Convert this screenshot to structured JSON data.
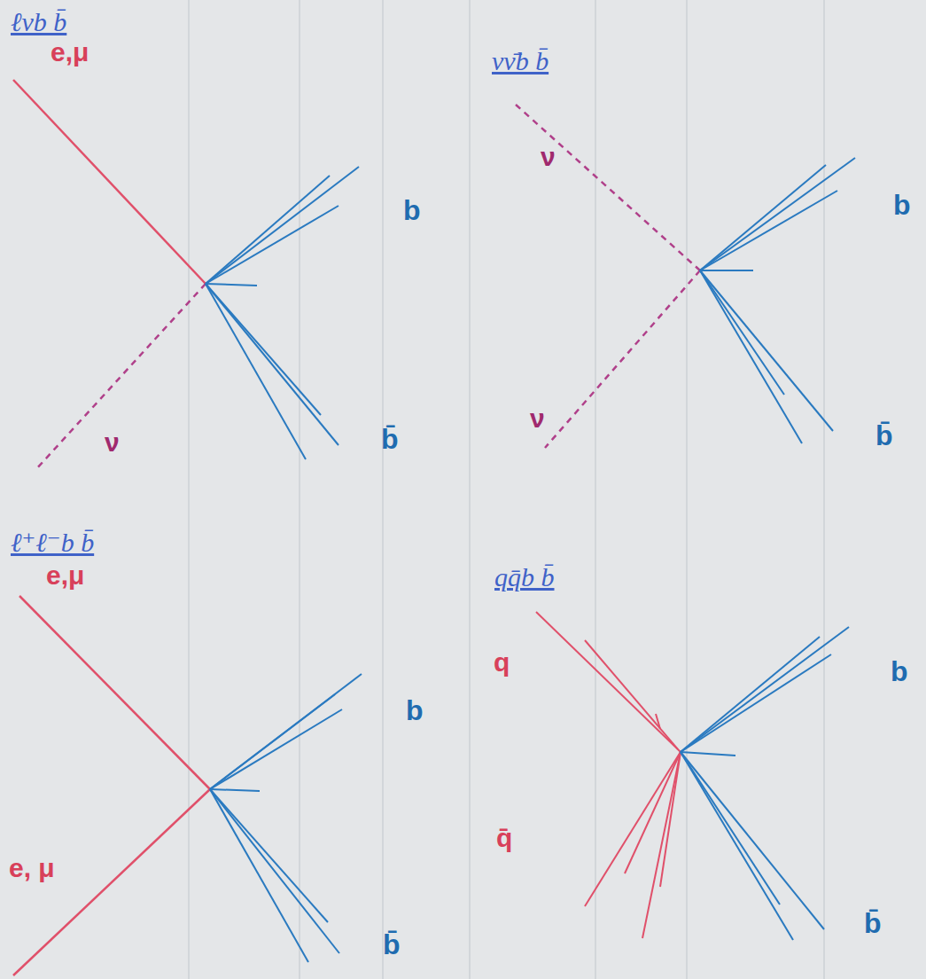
{
  "diagram": {
    "labels": [
      "ℓνb b̄",
      "e,μ",
      "b",
      "ν",
      "b̄",
      "νν̄b b̄",
      "ν",
      "b",
      "ν",
      "b̄",
      "ℓ⁺ℓ⁻b b̄",
      "e,μ",
      "b",
      "e, μ",
      "b̄",
      "qq̄b b̄",
      "q",
      "b",
      "q̄",
      "b̄"
    ]
  }
}
